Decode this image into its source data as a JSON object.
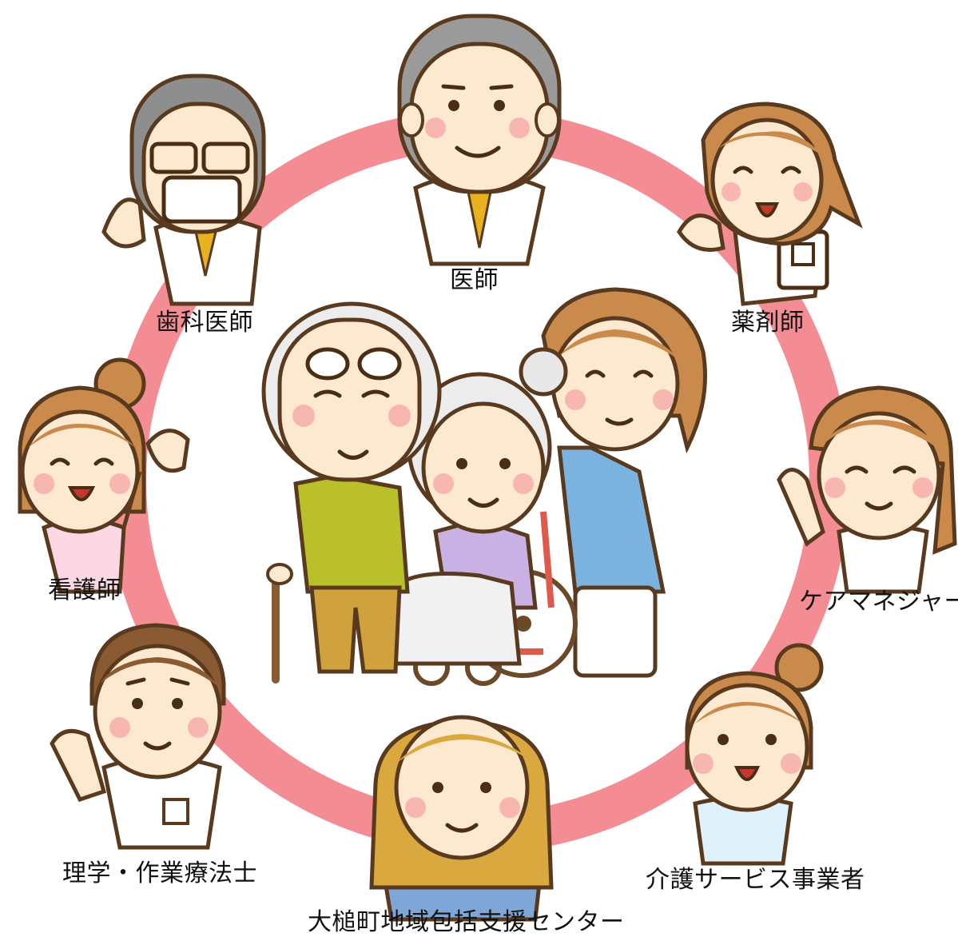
{
  "diagram": {
    "ring_color": "#f48d93",
    "roles": {
      "doctor": "医師",
      "dentist": "歯科医師",
      "pharmacist": "薬剤師",
      "nurse": "看護師",
      "care_manager": "ケアマネジャー",
      "therapist": "理学・作業療法士",
      "care_service": "介護サービス事業者",
      "center": "大槌町地域包括支援センター"
    }
  }
}
